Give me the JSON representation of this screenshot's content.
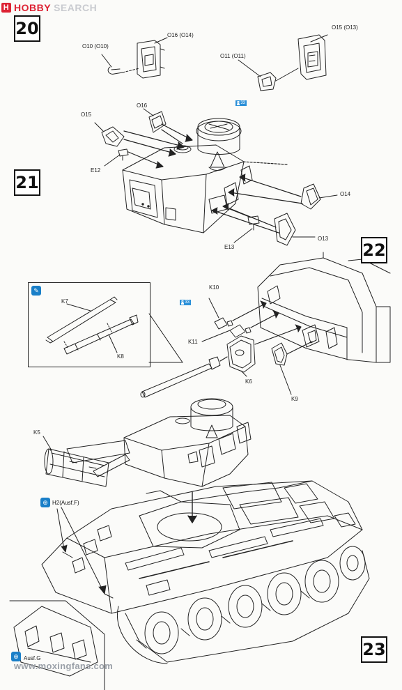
{
  "watermark": {
    "brand": "HOBBY",
    "suffix": "SEARCH"
  },
  "steps": {
    "s20": "20",
    "s21": "21",
    "s22": "22",
    "s23": "23"
  },
  "labels": {
    "o16_o14": "O16 (O14)",
    "o10_o10": "O10 (O10)",
    "o15_o13": "O15 (O13)",
    "o11_o11": "O11 (O11)",
    "o15": "O15",
    "o16": "O16",
    "e12": "E12",
    "o14": "O14",
    "o13": "O13",
    "e13": "E13",
    "k7": "K7",
    "k8": "K8",
    "k10": "K10",
    "k11": "K11",
    "k6": "K6",
    "k9": "K9",
    "k5": "K5",
    "h2": "H2(Ausf.F)",
    "inset_note": "Ausf.G"
  },
  "refs": {
    "r1": {
      "pre": "H",
      "val": "33"
    },
    "r2": {
      "pre": "H",
      "val": "33"
    }
  },
  "footer": "www.moxingfans.com",
  "colors": {
    "accent": "#1a7fc8",
    "ref": "#2a8fd8",
    "ink": "#111111"
  }
}
